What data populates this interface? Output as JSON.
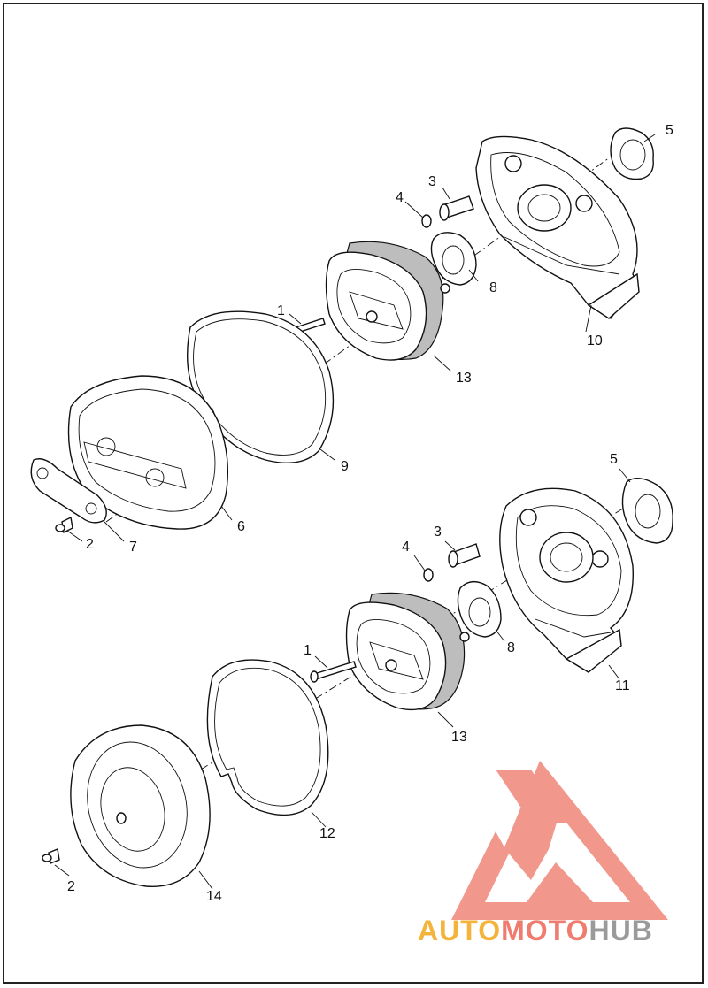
{
  "callouts": {
    "top": {
      "n1": "1",
      "n3": "3",
      "n4": "4",
      "n5": "5",
      "n6": "6",
      "n2": "2",
      "n7": "7",
      "n8": "8",
      "n9": "9",
      "n10": "10",
      "n13": "13"
    },
    "bottom": {
      "n1": "1",
      "n2": "2",
      "n3": "3",
      "n4": "4",
      "n5": "5",
      "n8": "8",
      "n11": "11",
      "n12": "12",
      "n13": "13",
      "n14": "14"
    }
  },
  "watermark": {
    "part1": "AUTO",
    "part2": "MOTO",
    "part3": "HUB",
    "colors": {
      "auto": "#f4b43c",
      "moto": "#ef7c6e",
      "hub": "#9a9a9a",
      "triangle": "#f08c80"
    }
  }
}
